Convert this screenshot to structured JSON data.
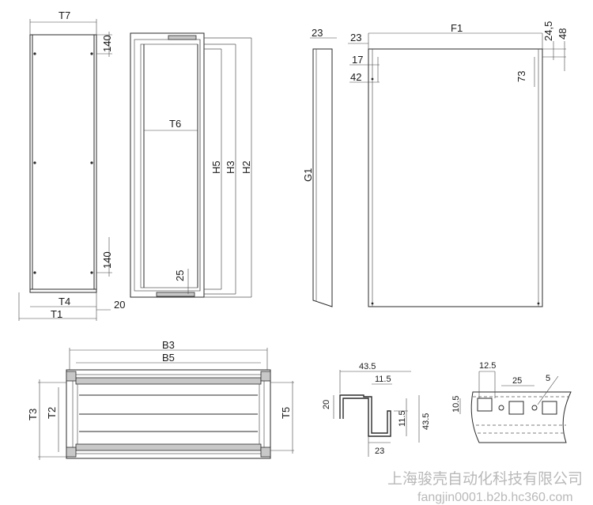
{
  "side_view": {
    "top_label": "T7",
    "top_height": "140",
    "bottom_height": "140",
    "inner_label": "T4",
    "outer_label": "T1",
    "base_offset": "20"
  },
  "front_frame": {
    "depth_label": "T6",
    "heights": [
      "H5",
      "H3",
      "H2"
    ],
    "bottom_offset": "25"
  },
  "door_panel": {
    "height_label": "G1",
    "top_width": "23",
    "offsets": [
      "23",
      "17",
      "42"
    ],
    "width_label": "F1",
    "right_dims": [
      "24,5",
      "48",
      "73"
    ]
  },
  "plan_view": {
    "outer_width": "B3",
    "inner_width": "B5",
    "left_dims": [
      "T3",
      "T2"
    ],
    "right_dim": "T5"
  },
  "profile": {
    "dims": [
      "43.5",
      "11.5",
      "20",
      "11.5",
      "43.5",
      "23"
    ]
  },
  "rail_detail": {
    "dims": [
      "12.5",
      "25",
      "5",
      "10.5"
    ]
  },
  "watermark": {
    "company": "上海骏壳自动化科技有限公司",
    "url": "fangjin0001.b2b.hc360.com"
  }
}
